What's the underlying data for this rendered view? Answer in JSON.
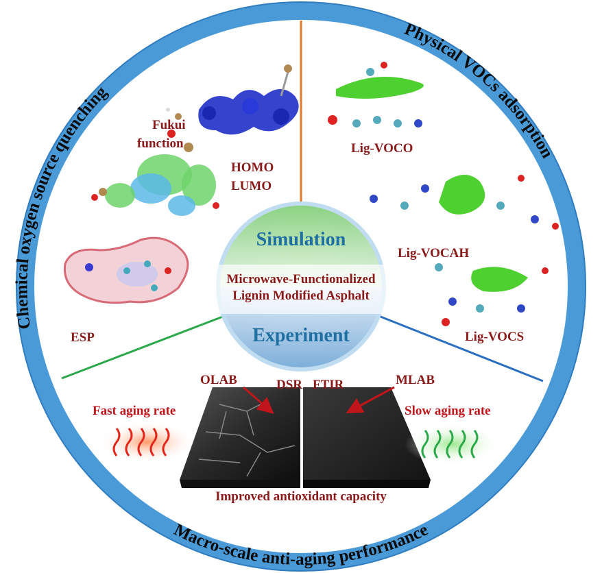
{
  "ring": {
    "top_left": "Chemical oxygen source quenching",
    "top_right": "Physical VOCs adsorption",
    "bottom": "Macro-scale anti-aging performance"
  },
  "center": {
    "top": "Simulation",
    "middle_line1": "Microwave-Functionalized",
    "middle_line2": "Lignin Modified Asphalt",
    "bottom": "Experiment"
  },
  "simulation_left": {
    "fukui_line1": "Fukui",
    "fukui_line2": "function",
    "homo": "HOMO",
    "lumo": "LUMO",
    "esp": "ESP"
  },
  "simulation_right": {
    "voco": "Lig-VOCO",
    "vocah": "Lig-VOCAH",
    "vocs": "Lig-VOCS"
  },
  "experiment": {
    "olab": "OLAB",
    "dsr": "DSR",
    "ftir": "FTIR",
    "mlab": "MLAB",
    "fast": "Fast aging rate",
    "slow": "Slow aging rate",
    "improved": "Improved antioxidant capacity"
  },
  "colors": {
    "ring": "#4a9ad8",
    "label": "#8b1a1a",
    "center_text": "#1f6fa0",
    "divider_top": "#e07a2a",
    "divider_left": "#2aa84a",
    "divider_right": "#2a6fc0"
  }
}
